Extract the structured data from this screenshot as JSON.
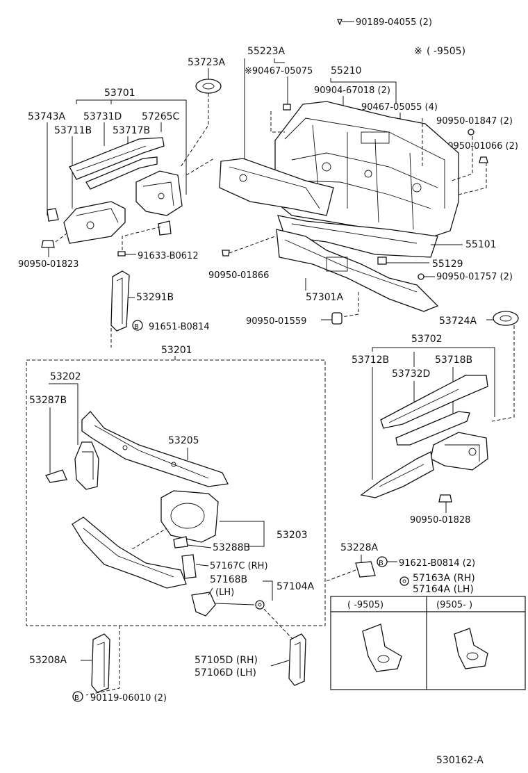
{
  "diagram": {
    "note_symbol": "※",
    "note_range": "( -9505)",
    "figure_code": "530162-A",
    "table": {
      "col1": "( -9505)",
      "col2": "(9505- )"
    },
    "labels": {
      "p90189": "90189-04055 (2)",
      "p53723A": "53723A",
      "p55223A": "55223A",
      "p90467a": "※90467-05075",
      "p55210": "55210",
      "p90904": "90904-67018 (2)",
      "p90467b": "90467-05055 (4)",
      "p90950_01847": "90950-01847 (2)",
      "p90950_01066": "90950-01066 (2)",
      "p53701": "53701",
      "p53743A": "53743A",
      "p53731D": "53731D",
      "p57265C": "57265C",
      "p53711B": "53711B",
      "p53717B": "53717B",
      "p90950_01823": "90950-01823",
      "p91633": "91633-B0612",
      "p90950_01866": "90950-01866",
      "p55101": "55101",
      "p55129": "55129",
      "p90950_01757": "90950-01757 (2)",
      "p57301A": "57301A",
      "p53291B": "53291B",
      "p91651": "91651-B0814",
      "p90950_01559": "90950-01559",
      "p53724A": "53724A",
      "p53702": "53702",
      "p53201": "53201",
      "p53712B": "53712B",
      "p53718B": "53718B",
      "p53732D": "53732D",
      "p53202": "53202",
      "p53287B": "53287B",
      "p53205": "53205",
      "p90950_01828": "90950-01828",
      "p53203": "53203",
      "p53288B": "53288B",
      "p53228A": "53228A",
      "p57167C": "57167C (RH)",
      "p91621": "91621-B0814 (2)",
      "p57168B": "57168B",
      "p57163A": "57163A (RH)",
      "pLH1": "(LH)",
      "p57104A": "57104A",
      "p57164A": "57164A (LH)",
      "p53208A": "53208A",
      "p57105D": "57105D (RH)",
      "p57106D": "57106D (LH)",
      "p90119": "90119-06010 (2)"
    },
    "bolt_marker": "B"
  }
}
